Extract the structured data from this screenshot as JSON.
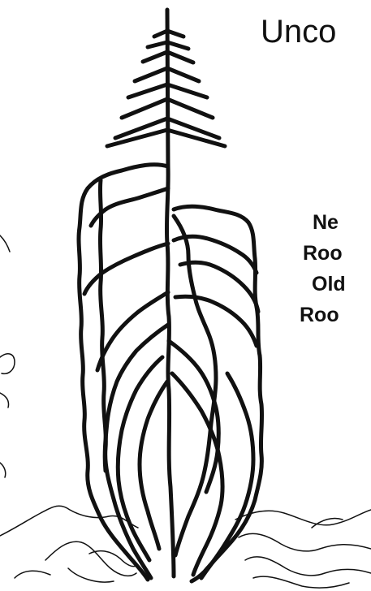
{
  "diagram": {
    "title": "Unco",
    "labels": [
      {
        "line1": "Ne",
        "line2": "Roo"
      },
      {
        "line1": "Old",
        "line2": "Roo"
      }
    ]
  }
}
